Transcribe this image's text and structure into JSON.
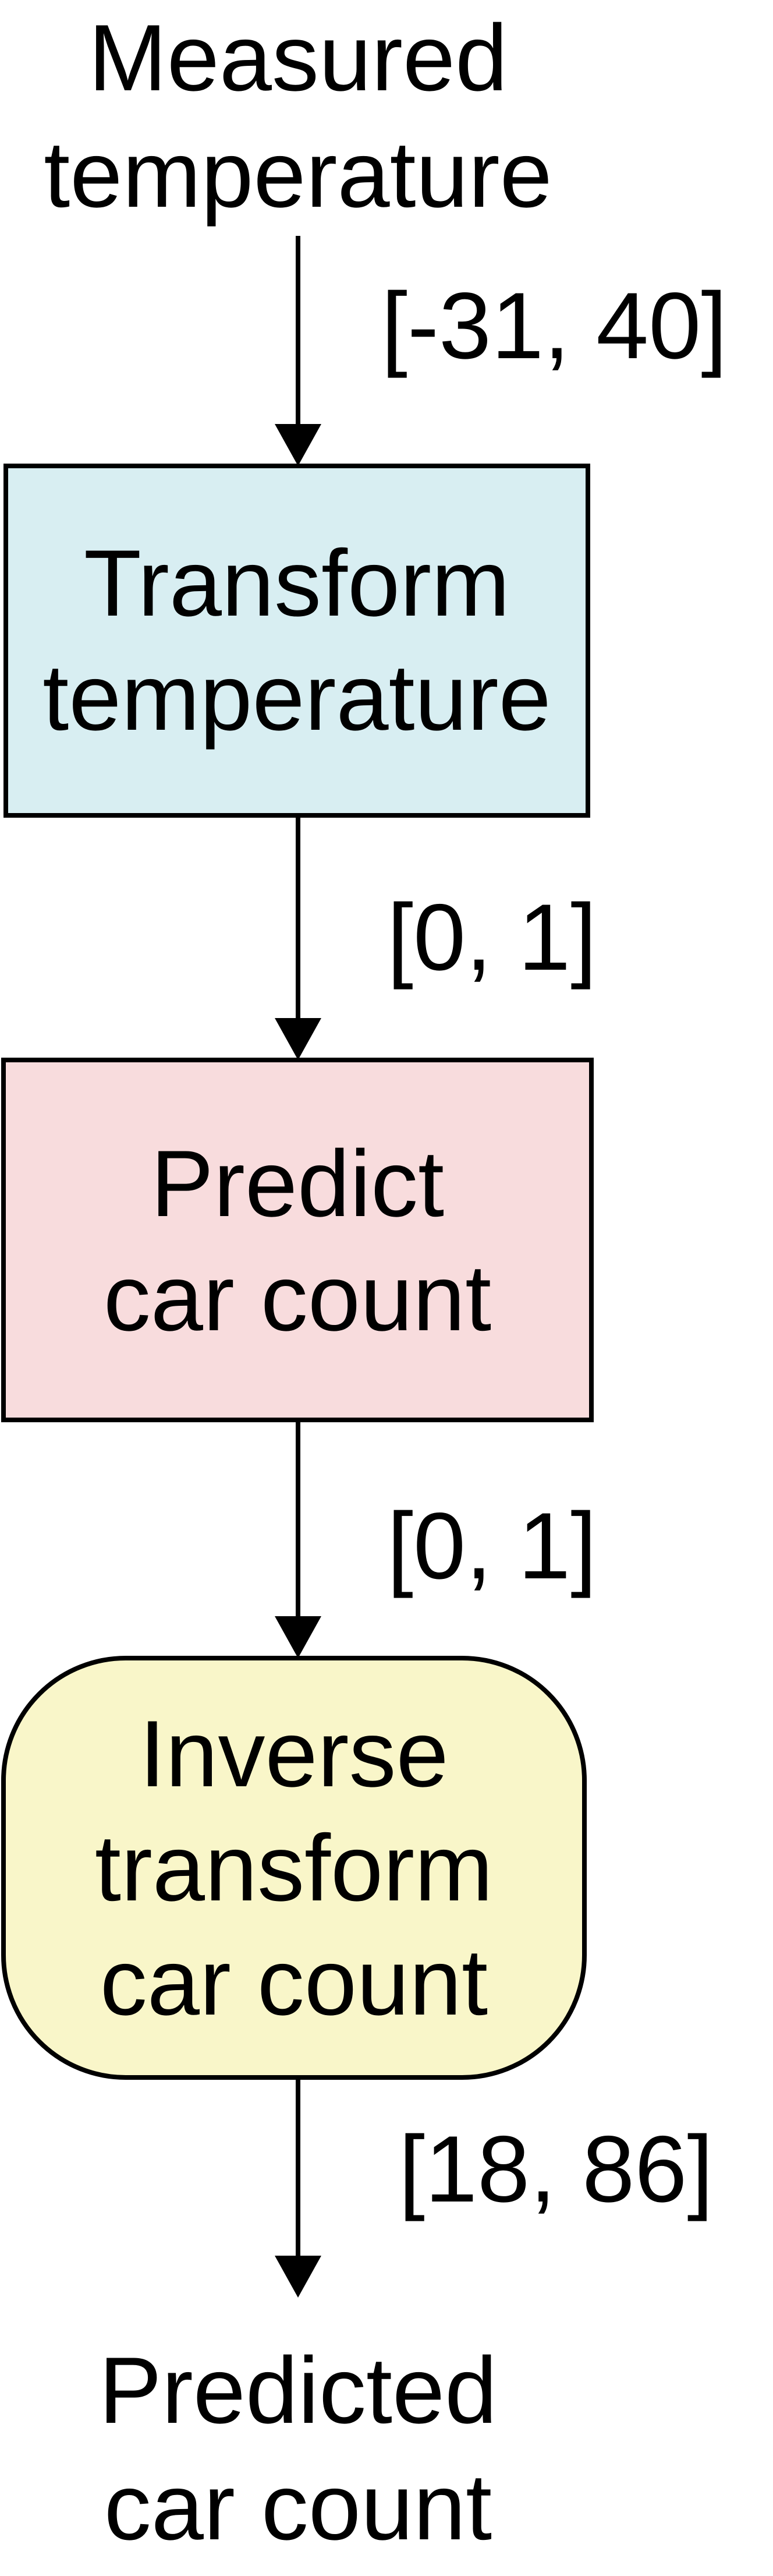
{
  "diagram": {
    "input_label": [
      "Measured",
      "temperature"
    ],
    "edge_labels": {
      "input_to_transform": "[-31, 40]",
      "transform_to_predict": "[0, 1]",
      "predict_to_inverse": "[0, 1]",
      "inverse_to_output": "[18, 86]"
    },
    "nodes": {
      "transform": {
        "lines": [
          "Transform",
          "temperature"
        ],
        "fill": "#d8eef2"
      },
      "predict": {
        "lines": [
          "Predict",
          "car count"
        ],
        "fill": "#f8dcdd"
      },
      "inverse": {
        "lines": [
          "Inverse",
          "transform",
          "car count"
        ],
        "fill": "#f9f6c9"
      }
    },
    "output_label": [
      "Predicted",
      "car count"
    ]
  }
}
